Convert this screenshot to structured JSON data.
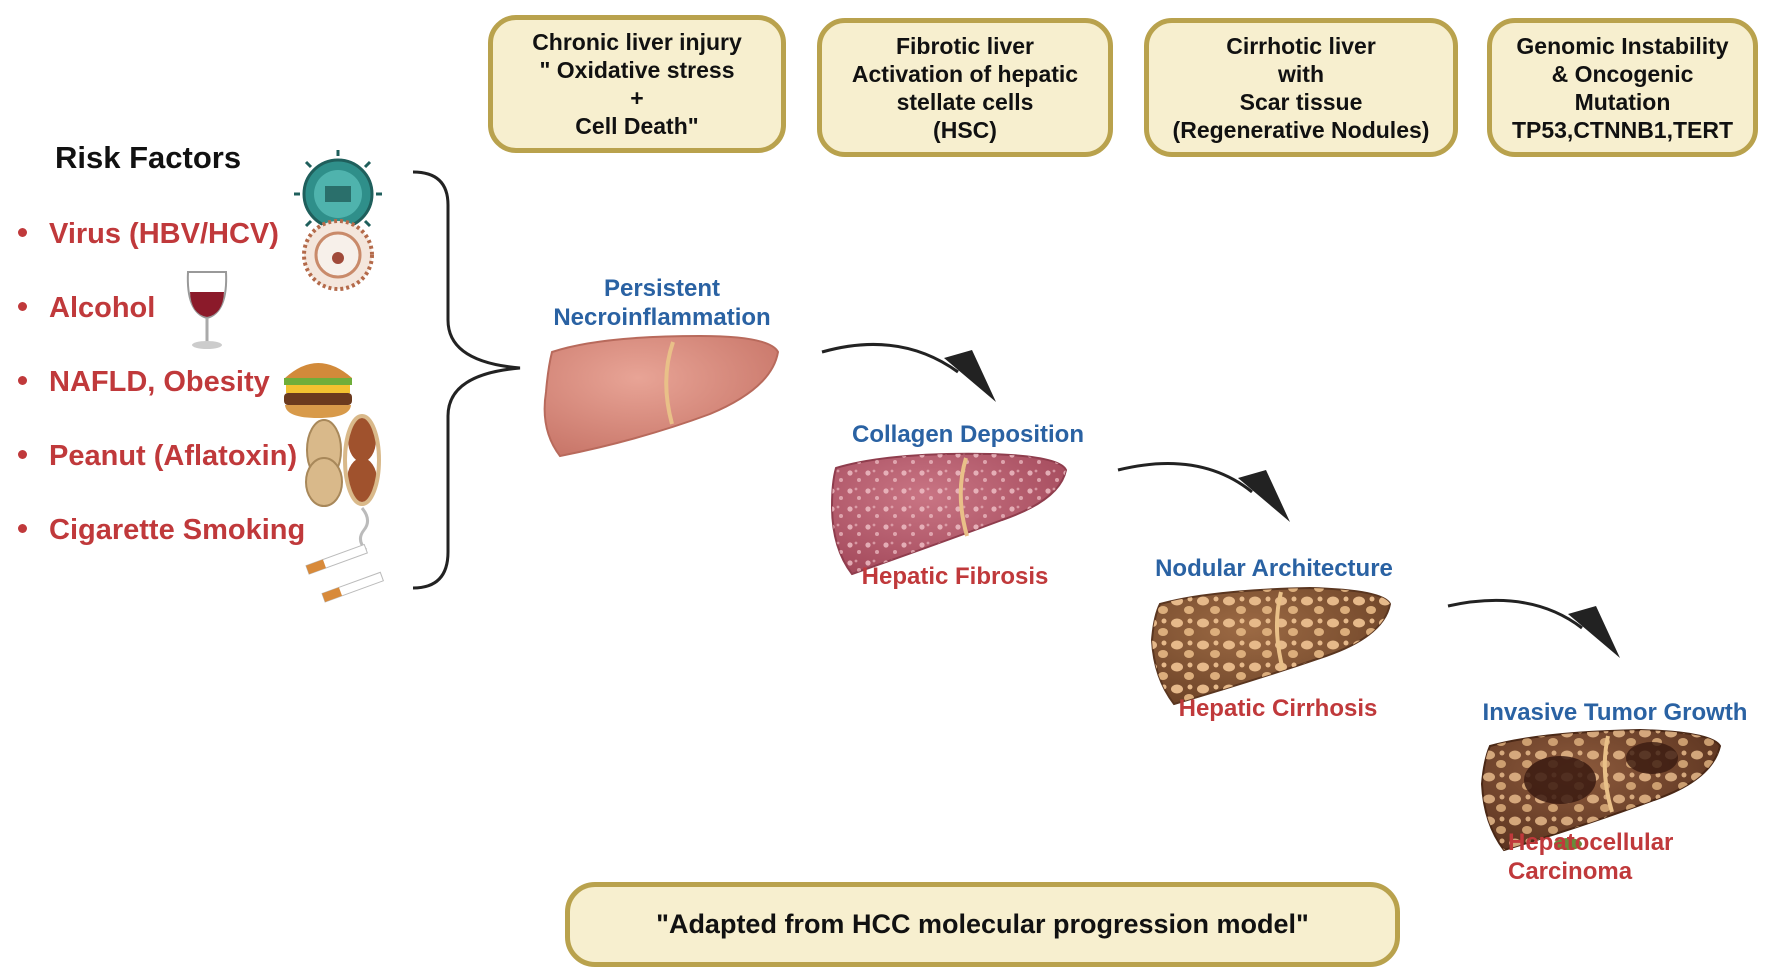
{
  "stages": [
    {
      "lines": [
        "Chronic liver injury",
        "\" Oxidative stress",
        "+",
        "Cell Death\""
      ]
    },
    {
      "lines": [
        "Fibrotic liver",
        "Activation of hepatic",
        "stellate cells",
        "(HSC)"
      ]
    },
    {
      "lines": [
        "Cirrhotic liver",
        "with",
        "Scar tissue",
        "(Regenerative Nodules)"
      ]
    },
    {
      "lines": [
        "Genomic Instability",
        "& Oncogenic",
        "Mutation",
        "TP53,CTNNB1,TERT"
      ]
    }
  ],
  "risk_factors": {
    "title": "Risk Factors",
    "items": [
      "Virus (HBV/HCV)",
      "Alcohol",
      "NAFLD, Obesity",
      "Peanut (Aflatoxin)",
      "Cigarette Smoking"
    ]
  },
  "progression": [
    {
      "process": [
        "Persistent",
        "Necroinflammation"
      ],
      "condition": []
    },
    {
      "process": [
        "Collagen Deposition"
      ],
      "condition": [
        "Hepatic Fibrosis"
      ]
    },
    {
      "process": [
        "Nodular Architecture"
      ],
      "condition": [
        "Hepatic Cirrhosis"
      ]
    },
    {
      "process": [
        "Invasive Tumor Growth"
      ],
      "condition": [
        "Hepatocellular",
        "Carcinoma"
      ]
    }
  ],
  "footer": "\"Adapted from HCC molecular progression model\"",
  "colors": {
    "box_fill": "#f7efcf",
    "box_border": "#b9a24d",
    "risk_red": "#c0393b",
    "process_blue": "#2a62a3",
    "liver_healthy": "#d98a7c",
    "liver_fibrotic": "#b85c6c",
    "liver_cirrhotic": "#8a5a3a",
    "liver_hcc": "#7a4a32"
  },
  "icons": [
    "virus-icon",
    "virus-cross-section-icon",
    "wine-glass-icon",
    "burger-icon",
    "peanut-icon",
    "cigarette-icon",
    "curly-bracket-icon",
    "arrow-icon",
    "liver-icon"
  ]
}
